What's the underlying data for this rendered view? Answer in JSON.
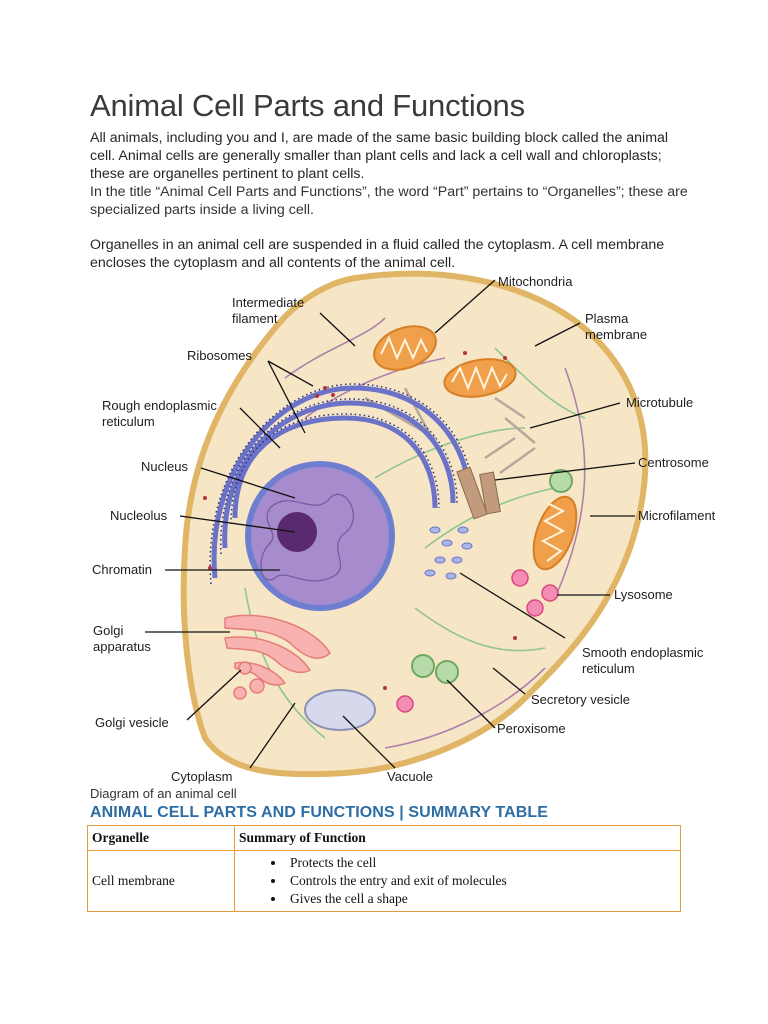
{
  "document": {
    "title": "Animal Cell Parts and Functions",
    "paragraphs": [
      "All animals, including you and I, are made of the same basic building block called the animal cell. Animal cells are generally smaller than plant cells and lack a cell wall and chloroplasts; these are organelles pertinent to plant cells.",
      "In the title “Animal Cell Parts and Functions”, the word “Part” pertains to “Organelles”; these are specialized parts inside a living cell.",
      "Organelles in an animal cell are suspended in a fluid called the cytoplasm. A cell membrane encloses the cytoplasm and all contents of the animal cell."
    ],
    "figure_caption": "Diagram of an animal cell",
    "section_heading": "ANIMAL CELL PARTS AND FUNCTIONS | SUMMARY TABLE"
  },
  "diagram_labels": {
    "intermediate_filament": [
      "Intermediate",
      "filament"
    ],
    "ribosomes": "Ribosomes",
    "rough_er": [
      "Rough endoplasmic",
      "reticulum"
    ],
    "nucleus": "Nucleus",
    "nucleolus": "Nucleolus",
    "chromatin": "Chromatin",
    "golgi_apparatus": [
      "Golgi",
      "apparatus"
    ],
    "golgi_vesicle": "Golgi vesicle",
    "cytoplasm": "Cytoplasm",
    "mitochondria": "Mitochondria",
    "plasma_membrane": [
      "Plasma",
      "membrane"
    ],
    "microtubule": "Microtubule",
    "centrosome": "Centrosome",
    "microfilament": "Microfilament",
    "lysosome": "Lysosome",
    "smooth_er": [
      "Smooth endoplasmic",
      "reticulum"
    ],
    "secretory_vesicle": "Secretory vesicle",
    "peroxisome": "Peroxisome",
    "vacuole": "Vacuole"
  },
  "table": {
    "headers": [
      "Organelle",
      "Summary of Function"
    ],
    "rows": [
      {
        "organelle": "Cell membrane",
        "functions": [
          "Protects the cell",
          "Controls the entry and exit of molecules",
          "Gives the cell a shape"
        ]
      }
    ]
  },
  "colors": {
    "heading_blue": "#2e6da4",
    "table_border": "#e59a3d",
    "cell_fill": "#f7e6c6",
    "cell_membrane": "#e0b565",
    "nucleus_purple": "#a78ccd",
    "er_blue": "#6b73c8",
    "mitochondria_orange": "#f0a04a"
  }
}
